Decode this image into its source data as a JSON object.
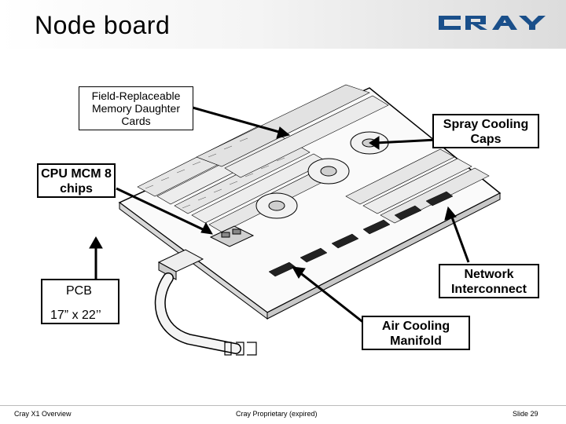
{
  "slide": {
    "title": "Node board",
    "logo_text": "CRAY"
  },
  "callouts": {
    "memory_cards": "Field-Replaceable Memory Daughter Cards",
    "spray_cooling": "Spray Cooling Caps",
    "cpu_mcm": "CPU MCM 8 chips",
    "pcb": "PCB",
    "pcb_size": "17” x 22’’",
    "network": "Network Interconnect",
    "air_cooling": "Air Cooling Manifold"
  },
  "footer": {
    "left": "Cray X1 Overview",
    "center": "Cray Proprietary (expired)",
    "right": "Slide 29"
  },
  "colors": {
    "title_bar_gradient_end": "#dcdcdc",
    "logo_color": "#1a4f8a",
    "text": "#000000"
  }
}
